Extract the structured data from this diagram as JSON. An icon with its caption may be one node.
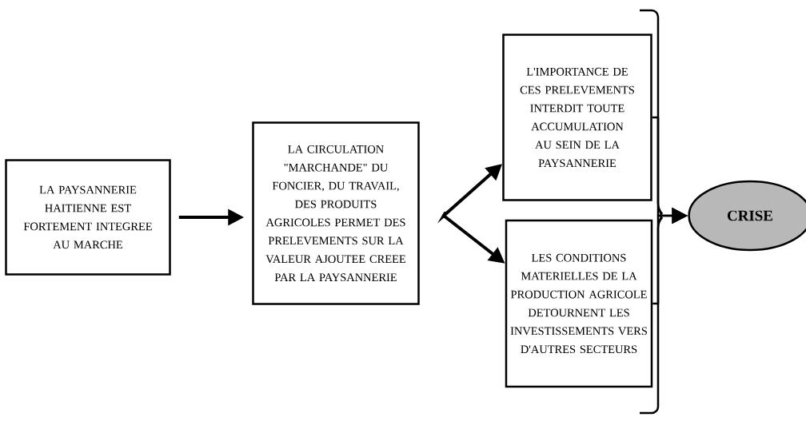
{
  "diagram": {
    "nodes": [
      {
        "text": [
          "LA PAYSANNERIE HAITIENNE EST FORTEMENT INTEGREE AU MARCHE"
        ]
      },
      {
        "text": [
          "LA CIRCULATION \"MARCHANDE\" DU FONCIER, DU TRAVAIL, DES PRODUITS AGRICOLES PERMET DES PRELEVEMENTS SUR LA VALEUR AJOUTEE CREEE PAR LA PAYSANNERIE"
        ]
      },
      {
        "text": [
          "L'IMPORTANCE DE CES PRELEVEMENTS INTERDIT TOUTE ACCUMULATION AU SEIN DE LA PAYSANNERIE"
        ]
      },
      {
        "text": [
          "LES CONDITIONS MATERIELLES DE LA PRODUCTION AGRICOLE DETOURNENT LES INVESTISSEMENTS VERS D'AUTRES SECTEURS"
        ]
      },
      {
        "text": [
          "CRISE"
        ]
      }
    ],
    "edges": [
      {
        "from": 0,
        "to": 1,
        "arrow": "to"
      },
      {
        "from": 1,
        "to": 2,
        "arrow": "to"
      },
      {
        "from": 1,
        "to": 3,
        "arrow": "to"
      },
      {
        "from": 2,
        "to": 4,
        "arrow": "to"
      },
      {
        "from": 3,
        "to": 4,
        "arrow": "to"
      }
    ]
  }
}
